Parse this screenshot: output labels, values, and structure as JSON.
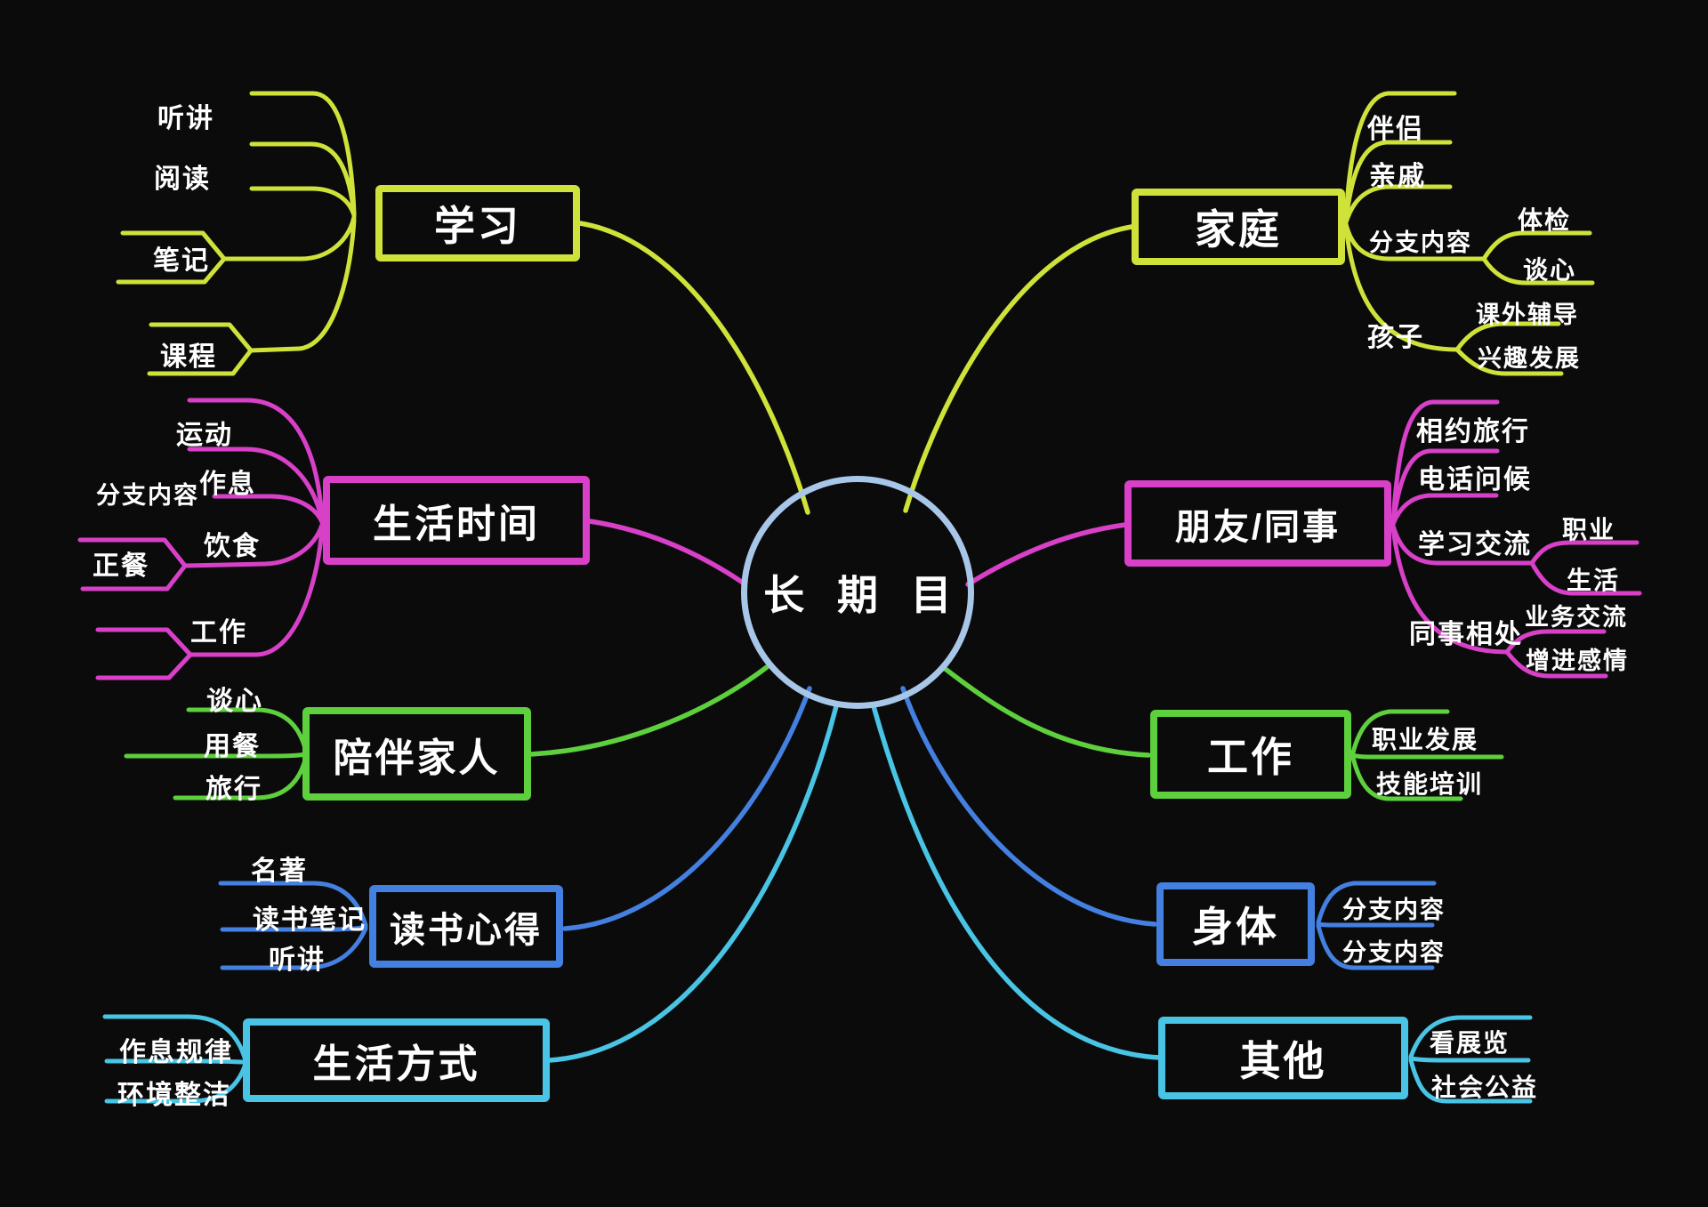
{
  "center": {
    "label": "长 期 目"
  },
  "colors": {
    "background": "#0b0b0c",
    "text": "#ffffff",
    "center-stroke": "#a8c6e8",
    "yellow": "#cfe23a",
    "magenta": "#d840c8",
    "green": "#5ecf3d",
    "blue": "#4480e0",
    "cyan": "#49c4e4"
  },
  "branches": [
    {
      "label": "学习",
      "color": "yellow",
      "side": "left",
      "children": [
        {
          "label": "听讲"
        },
        {
          "label": "阅读"
        },
        {
          "label": "笔记"
        },
        {
          "label": "课程"
        }
      ]
    },
    {
      "label": "生活时间",
      "color": "magenta",
      "side": "left",
      "children": [
        {
          "label": "运动"
        },
        {
          "label": "作息"
        },
        {
          "label": "饮食",
          "children": [
            {
              "label": "分支内容"
            },
            {
              "label": "正餐"
            }
          ]
        },
        {
          "label": "工作"
        }
      ]
    },
    {
      "label": "陪伴家人",
      "color": "green",
      "side": "left",
      "children": [
        {
          "label": "谈心"
        },
        {
          "label": "用餐"
        },
        {
          "label": "旅行"
        }
      ]
    },
    {
      "label": "读书心得",
      "color": "blue",
      "side": "left",
      "children": [
        {
          "label": "名著"
        },
        {
          "label": "读书笔记"
        },
        {
          "label": "听讲"
        }
      ]
    },
    {
      "label": "生活方式",
      "color": "cyan",
      "side": "left",
      "children": [
        {
          "label": "作息规律"
        },
        {
          "label": "环境整洁"
        }
      ]
    },
    {
      "label": "家庭",
      "color": "yellow",
      "side": "right",
      "children": [
        {
          "label": "伴侣"
        },
        {
          "label": "亲戚"
        },
        {
          "label": "分支内容",
          "children": [
            {
              "label": "体检"
            },
            {
              "label": "谈心"
            }
          ]
        },
        {
          "label": "孩子",
          "children": [
            {
              "label": "课外辅导"
            },
            {
              "label": "兴趣发展"
            }
          ]
        }
      ]
    },
    {
      "label": "朋友/同事",
      "color": "magenta",
      "side": "right",
      "children": [
        {
          "label": "相约旅行"
        },
        {
          "label": "电话问候"
        },
        {
          "label": "学习交流",
          "children": [
            {
              "label": "职业"
            },
            {
              "label": "生活"
            }
          ]
        },
        {
          "label": "同事相处",
          "children": [
            {
              "label": "业务交流"
            },
            {
              "label": "增进感情"
            }
          ]
        }
      ]
    },
    {
      "label": "工作",
      "color": "green",
      "side": "right",
      "children": [
        {
          "label": "职业发展"
        },
        {
          "label": "技能培训"
        }
      ]
    },
    {
      "label": "身体",
      "color": "blue",
      "side": "right",
      "children": [
        {
          "label": "分支内容"
        },
        {
          "label": "分支内容"
        }
      ]
    },
    {
      "label": "其他",
      "color": "cyan",
      "side": "right",
      "children": [
        {
          "label": "看展览"
        },
        {
          "label": "社会公益"
        }
      ]
    }
  ]
}
